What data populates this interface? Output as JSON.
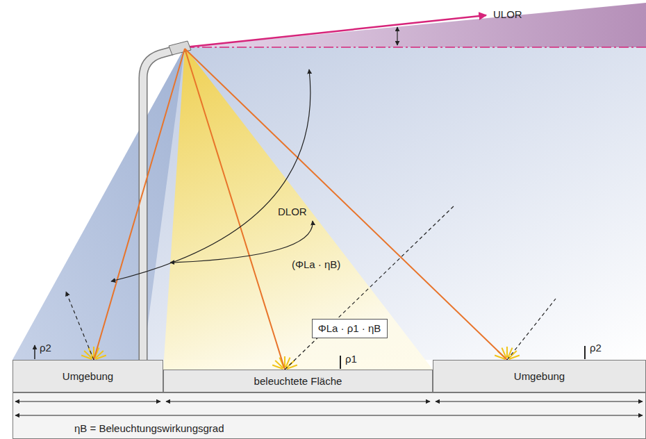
{
  "diagram": {
    "nodes": [
      {
        "text": [
          "ΦLa · ρ1 · ηB"
        ]
      },
      {
        "text": [
          "Umgebung"
        ]
      },
      {
        "text": [
          "beleuchtete Fläche"
        ]
      },
      {
        "text": [
          "Umgebung"
        ]
      },
      {
        "text": [
          "ηB = Beleuchtungswirkungsgrad"
        ]
      }
    ],
    "labels": [
      "ULOR",
      "DLOR",
      "(ΦLa · ηB)",
      "ρ2",
      "ρ1",
      "ρ2"
    ]
  }
}
